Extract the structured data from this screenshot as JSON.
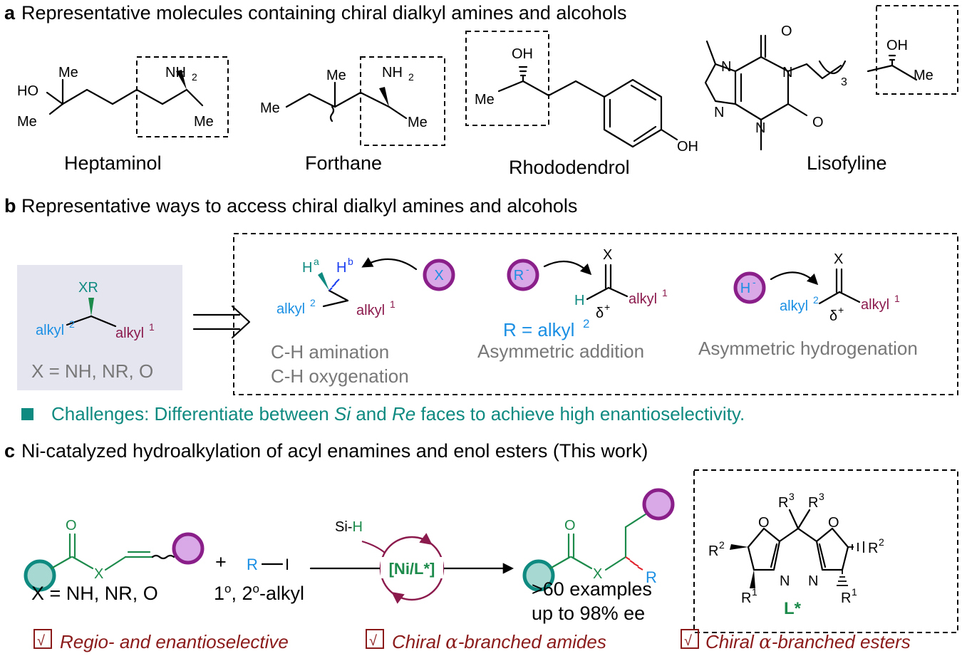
{
  "section_a": {
    "letter": "a",
    "title": "Representative molecules containing chiral dialkyl amines and alcohols",
    "molecules": [
      "Heptaminol",
      "Forthane",
      "Rhododendrol",
      "Lisofyline"
    ],
    "atoms": {
      "me": "Me",
      "ho": "HO",
      "oh": "OH",
      "nh2": "NH",
      "sub2": "2",
      "n": "N",
      "o": "O",
      "sub3": "3"
    }
  },
  "section_b": {
    "letter": "b",
    "title": "Representative ways to access chiral dialkyl amines and alcohols",
    "box_xr": "XR",
    "alkyl": "alkyl",
    "sup1": "1",
    "sup2": "2",
    "x_def": "X = NH, NR, O",
    "h": "H",
    "sup_a": "a",
    "sup_b": "b",
    "x_circle": "X",
    "r_minus": "R",
    "h_minus": "H",
    "minus": "-",
    "x_top": "X",
    "delta": "δ",
    "plus": "+",
    "r_eq": "R = alkyl",
    "ways": {
      "ch_amination": "C-H amination",
      "ch_oxygenation": "C-H oxygenation",
      "asym_addition": "Asymmetric addition",
      "asym_hydrogenation": "Asymmetric hydrogenation"
    },
    "challenge_pre": "Challenges: Differentiate between ",
    "challenge_si": "Si",
    "challenge_mid": " and ",
    "challenge_re": "Re",
    "challenge_post": " faces to achieve high enantioselectivity."
  },
  "section_c": {
    "letter": "c",
    "title": "Ni-catalyzed hydroalkylation of  acyl enamines and enol esters (This work)",
    "o": "O",
    "x": "X",
    "x_def": "X = NH, NR, O",
    "plus": "+",
    "r": "R",
    "i": "I",
    "alkyl_pre": "1",
    "deg": "o",
    "alkyl_mid": ", 2",
    "alkyl_post": "-alkyl",
    "si": "Si-",
    "h": "H",
    "catalyst": "[Ni/L*]",
    "examples": ">60 examples",
    "ee": "up to 98% ee",
    "ligand": {
      "r1": "R",
      "r2": "R",
      "r3": "R",
      "s1": "1",
      "s2": "2",
      "s3": "3",
      "n": "N",
      "o": "O",
      "label": "L*"
    },
    "features": [
      {
        "check": "√",
        "text": "Regio- and enantioselective"
      },
      {
        "check": "√",
        "text_pre": "Chiral ",
        "alpha": "α",
        "text_post": "-branched amides"
      },
      {
        "check": "√",
        "text_pre": "Chiral ",
        "alpha": "α",
        "text_post": "-branched  esters"
      }
    ]
  },
  "colors": {
    "teal": "#0f8a80",
    "green": "#1b8a4a",
    "blue": "#1a8fe3",
    "plum": "#8b1a4d",
    "purple": "#8a1f8a",
    "lilac": "#d9a8e6",
    "gray": "#777777",
    "panel": "#e5e5f0",
    "dark_red": "#8b1a1a"
  }
}
